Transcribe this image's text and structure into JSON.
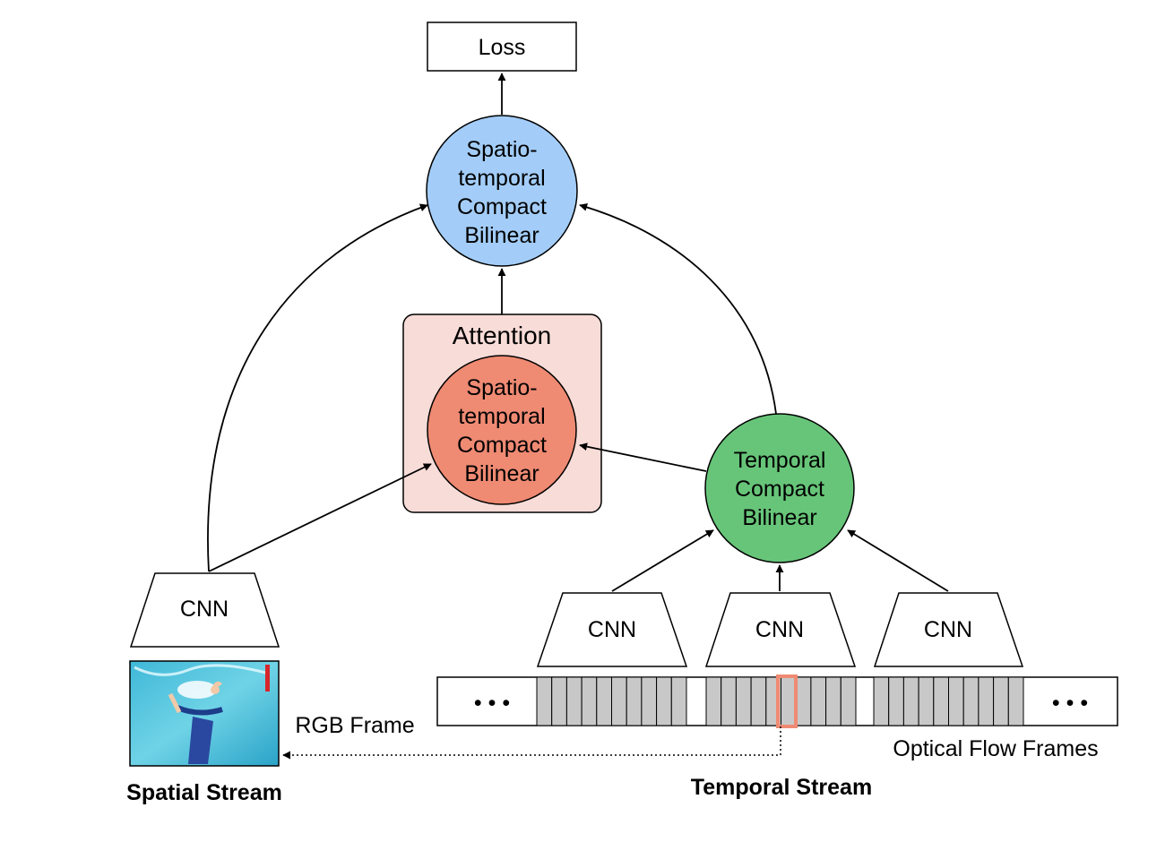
{
  "loss": "Loss",
  "top_node": {
    "lines": [
      "Spatio-",
      "temporal",
      "Compact",
      "Bilinear"
    ],
    "color": "#a3cdf8"
  },
  "attention": {
    "title": "Attention",
    "bg": "#f8dcd8",
    "node_lines": [
      "Spatio-",
      "temporal",
      "Compact",
      "Bilinear"
    ],
    "node_color": "#ef8a73"
  },
  "temporal_node": {
    "lines": [
      "Temporal",
      "Compact",
      "Bilinear"
    ],
    "color": "#67c579"
  },
  "cnn_label": "CNN",
  "rgb_frame": "RGB Frame",
  "optical_flow": "Optical Flow Frames",
  "spatial_stream": "Spatial Stream",
  "temporal_stream": "Temporal Stream",
  "ellipsis": "• • •",
  "highlight_color": "#ef8a73",
  "frame_fill": "#c8c8c8"
}
